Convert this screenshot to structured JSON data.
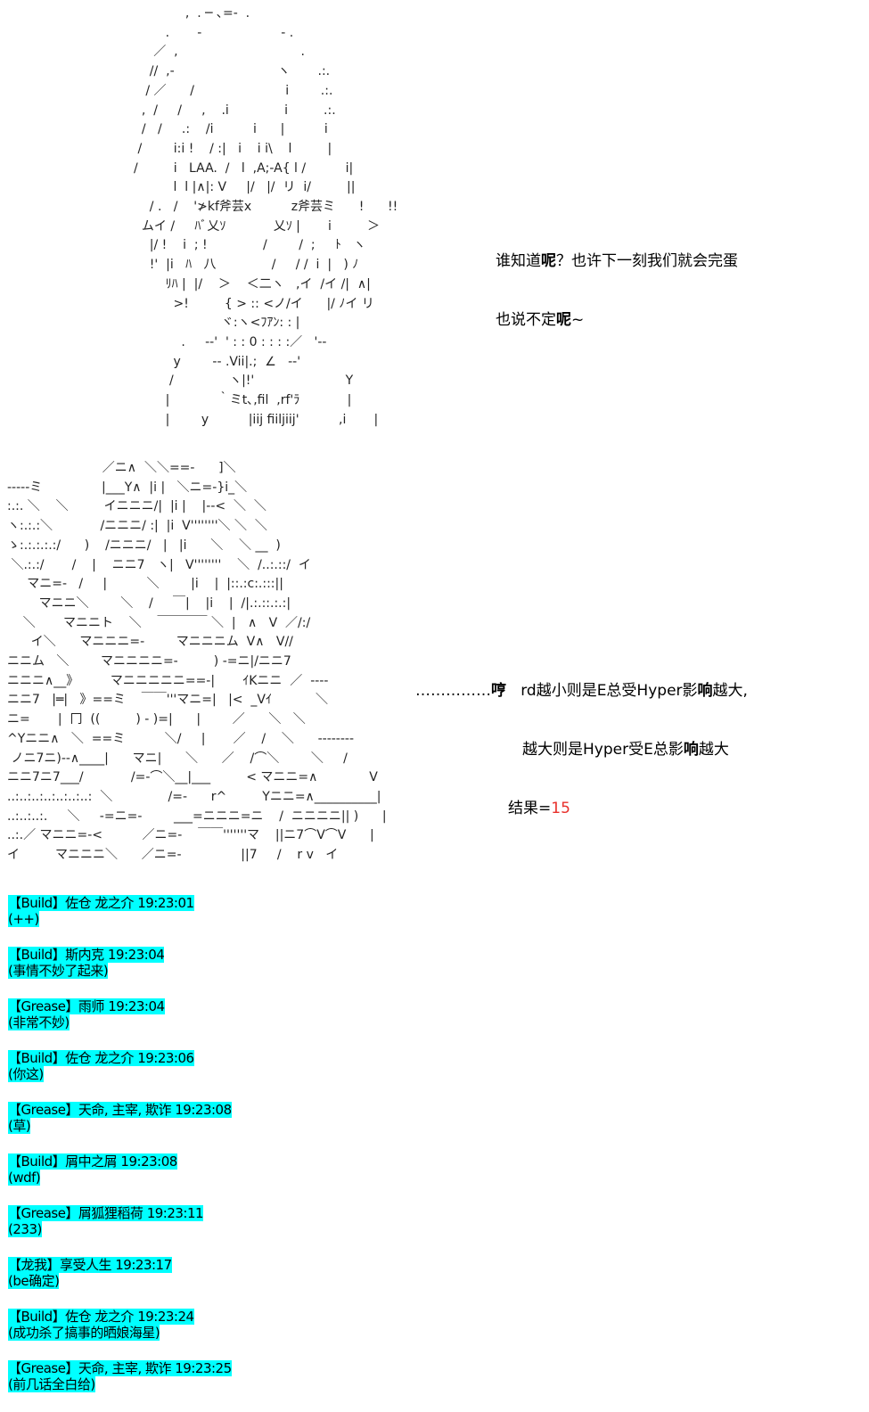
{
  "art_top": "             ,  . ─ ､=‐  .\n        .       ‐                    ‐ .\n     ／  ,                               .\n    //  ,‐                          ヽ       .:.\n   / ／      /                       i        .:.\n  ,  /     /     ,    .i              i         .:.\n  /   /     .:    /i          i      |          i\n /        i:i !    / :|   i    i i\\    l         |\n/         i   LAA.  /   l  ,A;-A{ l /          i|\n          l  l |∧|: V     |/   |/  リ  i/         ||\n    / .   /    '≯kf斧芸x          z斧芸ミ      !      !!\n  ムイ /     ﾊﾞ乂ｿ            乂ｿ |       i         ＞\n    |/ !    i  ; !              /        /  ;     ﾄ   ヽ\n    !'  |i   ﾊ   八              /     / /  i  |   ) ﾉ\n        ﾘﾊ |  |/    ＞    ＜二ヽ   ,イ  /イ /|  ∧|\n          >!         { > :: <ノ/イ      |/ ﾉイ リ\n                      ヾ:ヽ<ﾌｱﾝ: : |\n            .     ‐‐'  ' : : 0 : : : :／   '‐‐\n          y        ‐‐ .Vii|.;  ∠   ‐‐'\n         /              ヽ|!'                       Y\n        |            ｀ミt､,fil  ,rf'ﾗ            |\n        |        y          |iij fiiljiij'          ,i       |",
  "art_bottom": "                        ／ニ∧  ＼＼==-      ]＼\n-----ミ               |___Y∧  |i |   ＼ニ=-}i_＼\n:.:. ＼    ＼         イニニニ/|  |i |    |--<  ＼  ＼\nヽ:.:.:＼            /ニニニ/ :|  |i  V''''''''＼ ＼  ＼\nゝ:.:.:.:.:/      )    /ニニニ/   |   |i      ＼    ＼ __  )\n ＼.:.:/       /    |    ニニ7   ヽ|   V''''''''    ＼  /..:.::/  イ\n     マニ=-   /     |          ＼        |i    |  |::.:c:.:::||\n        マニニ＼        ＼    /     ￣|    |i    |  /|.:.::.:.:|\n    ＼       マニニト    ＼    ￣￣￣￣ ＼  |   ∧   V  ／/:/\n      イ＼      マニニニ=-        マニニニム  V∧   V//\nニニム   ＼        マニニニニ=-         ) -=ニ|/ニニ7\nニニニ∧__》        マニニニニニ==-|       ｲKニニ  ／  ----\nニニ7   |═|   》==ミ    ￣￣'''マニ=|   |<  _Vｲ           ＼\nニ=       |  冂  ((         ) ‐ )=|      |        ／      ＼   ＼\n^Yニニ∧   ＼  ==ミ          ＼/     |       ／    /    ＼      --------\n ノニ7ニ)--∧____|      マニ|      ＼      ／    /⌒＼        ＼     /\nニニ7ニ7___/            /=-⌒＼__|___         < マニニ=∧             V\n..:..:..:..:..:..:..:  ＼              /=-      r^         Yニニ=∧__________|\n..:..:..:.     ＼     -=ニ=-        ___=ニニニ=ニ    /  ニニニニ|| )      |\n..:.／ マニニ=-<          ／ニ=-    ￣￣'''''''マ    ||ニ7⌒V⌒V      |\nイ         マニニニ＼      ／ニ=-               ||7     /    r v   イ",
  "speech_1": {
    "line1_a": "谁知道",
    "line1_b": "呢",
    "line1_c": "？也许下一刻我们就会完蛋",
    "line2_a": "也说不定",
    "line2_b": "呢",
    "line2_c": "~"
  },
  "speech_2": {
    "line1_a": "……………",
    "line1_b": "哼",
    "line1_c": "   rd越小则是E总受Hyper影",
    "line1_d": "响",
    "line1_e": "越大,",
    "line2_a": "越大则是Hyper受E总影",
    "line2_b": "响",
    "line2_c": "越大",
    "line3_a": "结果=",
    "line3_b": "15"
  },
  "chat_log": [
    {
      "header": "【Build】佐仓 龙之介 19:23:01",
      "message": "(++)"
    },
    {
      "header": "【Build】斯内克 19:23:04",
      "message": "(事情不妙了起来)"
    },
    {
      "header": "【Grease】雨师 19:23:04",
      "message": "(非常不妙)"
    },
    {
      "header": "【Build】佐仓 龙之介 19:23:06",
      "message": "(你这)"
    },
    {
      "header": "【Grease】天命, 主宰, 欺诈 19:23:08",
      "message": "(草)"
    },
    {
      "header": "【Build】屑中之屑 19:23:08",
      "message": "(wdf)"
    },
    {
      "header": "【Grease】屑狐狸稻荷 19:23:11",
      "message": "(233)"
    },
    {
      "header": "【龙我】享受人生 19:23:17",
      "message": "(be确定)"
    },
    {
      "header": "【Build】佐仓 龙之介 19:23:24",
      "message": "(成功杀了搞事的晒娘海星)"
    },
    {
      "header": "【Grease】天命, 主宰, 欺诈 19:23:25",
      "message": "(前几话全白给)"
    }
  ],
  "colors": {
    "highlight": "#00ffff",
    "result_red": "#e8302b"
  }
}
